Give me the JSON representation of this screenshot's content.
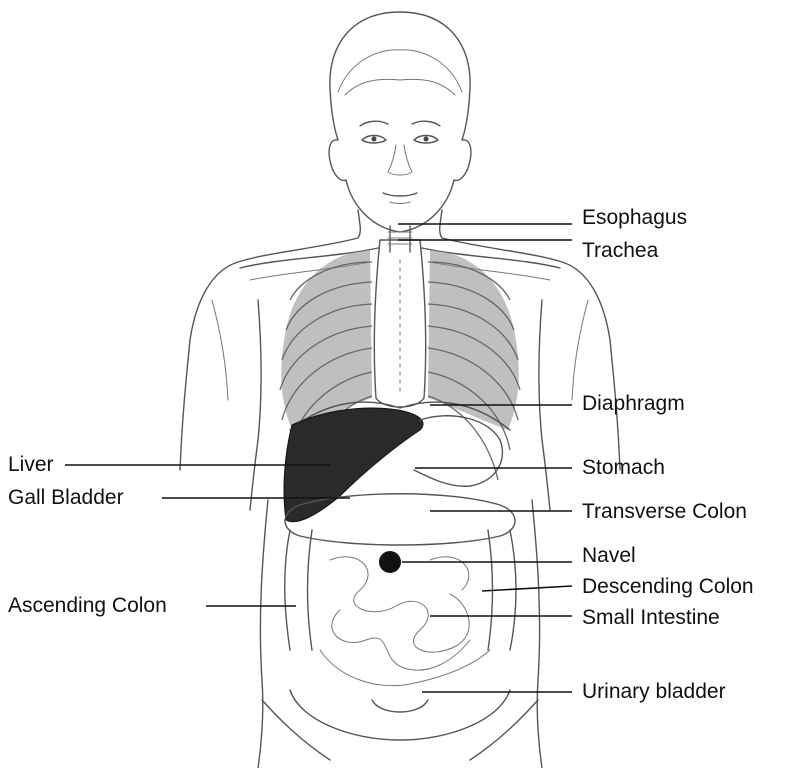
{
  "labels": {
    "esophagus": "Esophagus",
    "trachea": "Trachea",
    "diaphragm": "Diaphragm",
    "liver": "Liver",
    "stomach": "Stomach",
    "gall_bladder": "Gall Bladder",
    "transverse_colon": "Transverse Colon",
    "navel": "Navel",
    "descending_colon": "Descending Colon",
    "ascending_colon": "Ascending Colon",
    "small_intestine": "Small Intestine",
    "urinary_bladder": "Urinary bladder"
  },
  "colors": {
    "ink": "#111111",
    "outline": "#555555",
    "liver_fill": "#2a2a2a",
    "background": "#ffffff"
  }
}
